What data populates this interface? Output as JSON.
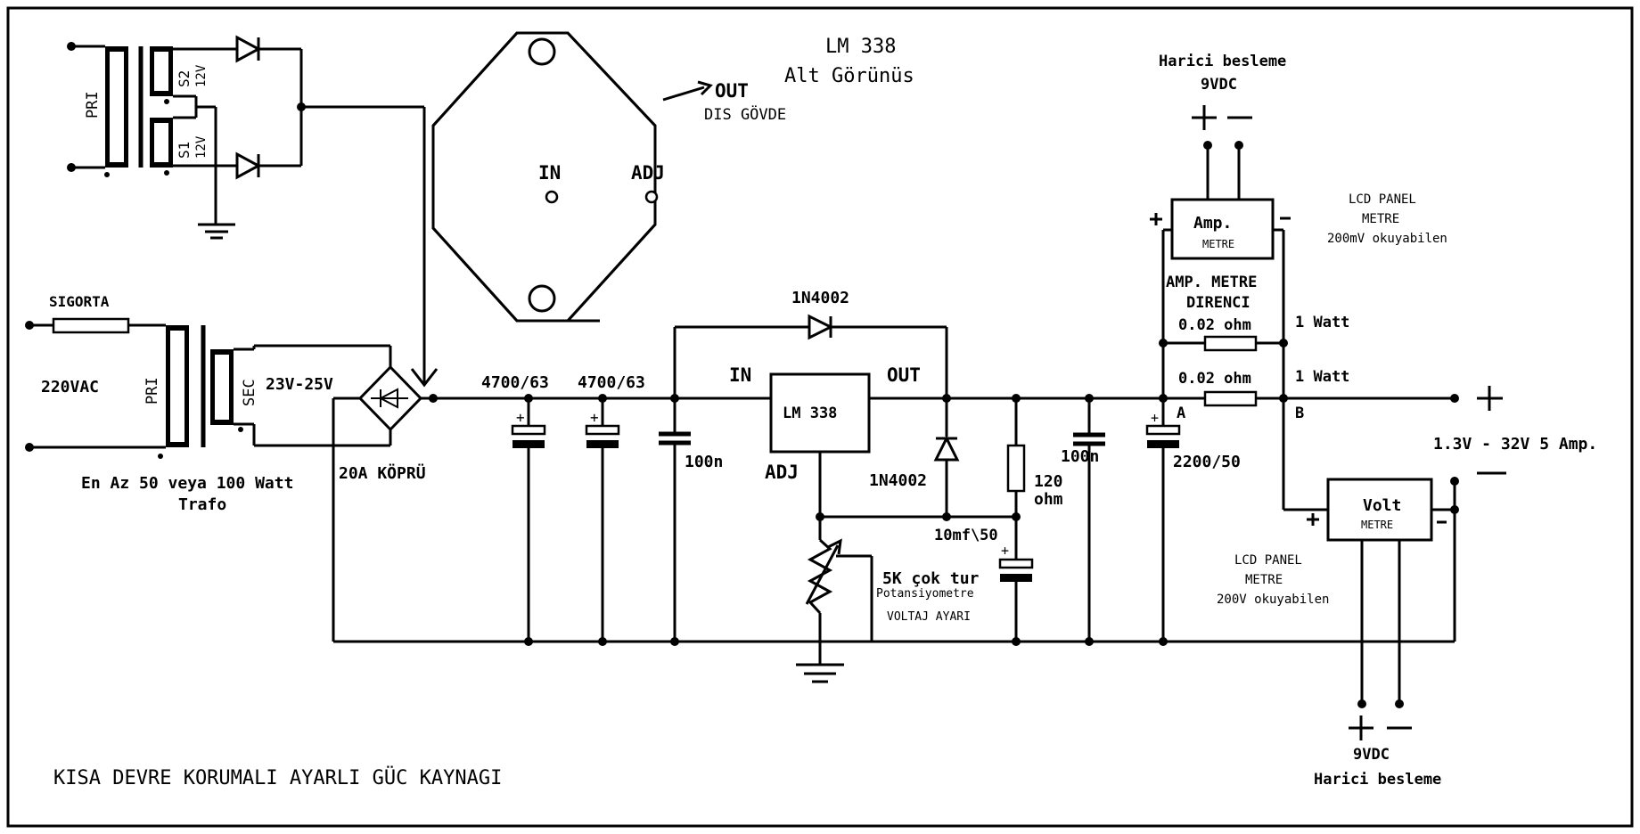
{
  "title": "KISA DEVRE KORUMALI AYARLI GÜC KAYNAGI",
  "transformer_top": {
    "pri": "PRI",
    "s2": "S2",
    "s1": "S1",
    "s2_v": "12V",
    "s1_v": "12V"
  },
  "regulator_pinout": {
    "title_line1": "LM 338",
    "title_line2": "Alt Görünüs",
    "out": "OUT",
    "case": "DIS GÖVDE",
    "in": "IN",
    "adj": "ADJ"
  },
  "input_stage": {
    "fuse": "SIGORTA",
    "mains": "220VAC",
    "pri": "PRI",
    "sec": "SEC",
    "sec_v": "23V-25V",
    "trafo_line1": "En Az 50 veya 100 Watt",
    "trafo_line2": "Trafo",
    "bridge": "20A KÖPRÜ"
  },
  "filter": {
    "c1": "4700/63",
    "c2": "4700/63",
    "c3": "100n"
  },
  "regulator": {
    "diode_top": "1N4002",
    "in": "IN",
    "out": "OUT",
    "chip": "LM 338",
    "adj": "ADJ",
    "diode_right": "1N4002",
    "r120_line1": "120",
    "r120_line2": "ohm",
    "cap_adj": "10mf\\50",
    "pot_line1": "5K çok tur",
    "pot_line2": "Potansiyometre",
    "pot_line3": "VOLTAJ AYARI"
  },
  "output": {
    "c_100n": "100n",
    "c_2200": "2200/50",
    "node_a": "A",
    "node_b": "B",
    "plus": "+",
    "minus": "−",
    "range": "1.3V - 32V 5 Amp."
  },
  "ammeter": {
    "supply_line1": "Harici besleme",
    "supply_line2": "9VDC",
    "box_line1": "Amp.",
    "box_line2": "METRE",
    "note_line1": "LCD PANEL",
    "note_line2": "METRE",
    "note_line3": "200mV okuyabilen",
    "res_title_line1": "AMP. METRE",
    "res_title_line2": "DIRENCI",
    "res1": "0.02 ohm",
    "res1_w": "1 Watt",
    "res2": "0.02 ohm",
    "res2_w": "1 Watt"
  },
  "voltmeter": {
    "box_line1": "Volt",
    "box_line2": "METRE",
    "note_line1": "LCD PANEL",
    "note_line2": "METRE",
    "note_line3": "200V okuyabilen",
    "supply_line1": "9VDC",
    "supply_line2": "Harici besleme"
  }
}
